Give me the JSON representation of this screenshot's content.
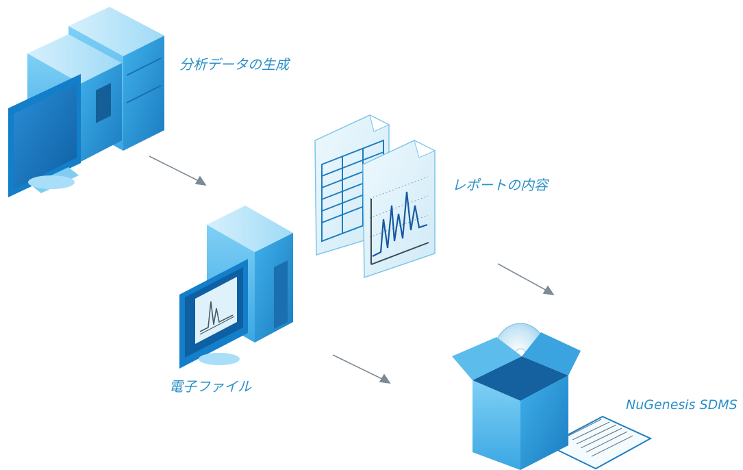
{
  "labels": {
    "data_generation": "分析データの生成",
    "report_contents": "レポートの内容",
    "electronic_file": "電子ファイル",
    "product": "NuGenesis SDMS"
  },
  "colors": {
    "label_blue": "#2a8fc8",
    "arrow_gray": "#7c8a96",
    "box_blue": "#2b8fd0"
  }
}
